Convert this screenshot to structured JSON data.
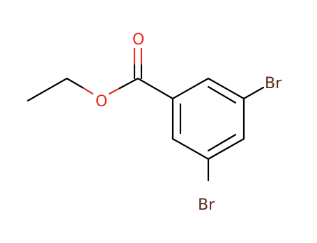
{
  "molecule": {
    "atoms": [
      {
        "id": "br1",
        "symbol": "Br",
        "color": "#5a2a1a"
      },
      {
        "id": "br2",
        "symbol": "Br",
        "color": "#5a2a1a"
      },
      {
        "id": "o-carbonyl",
        "symbol": "O",
        "color": "#e8281a"
      },
      {
        "id": "o-ester",
        "symbol": "O",
        "color": "#e8281a"
      }
    ],
    "bond_color": "#000000"
  }
}
